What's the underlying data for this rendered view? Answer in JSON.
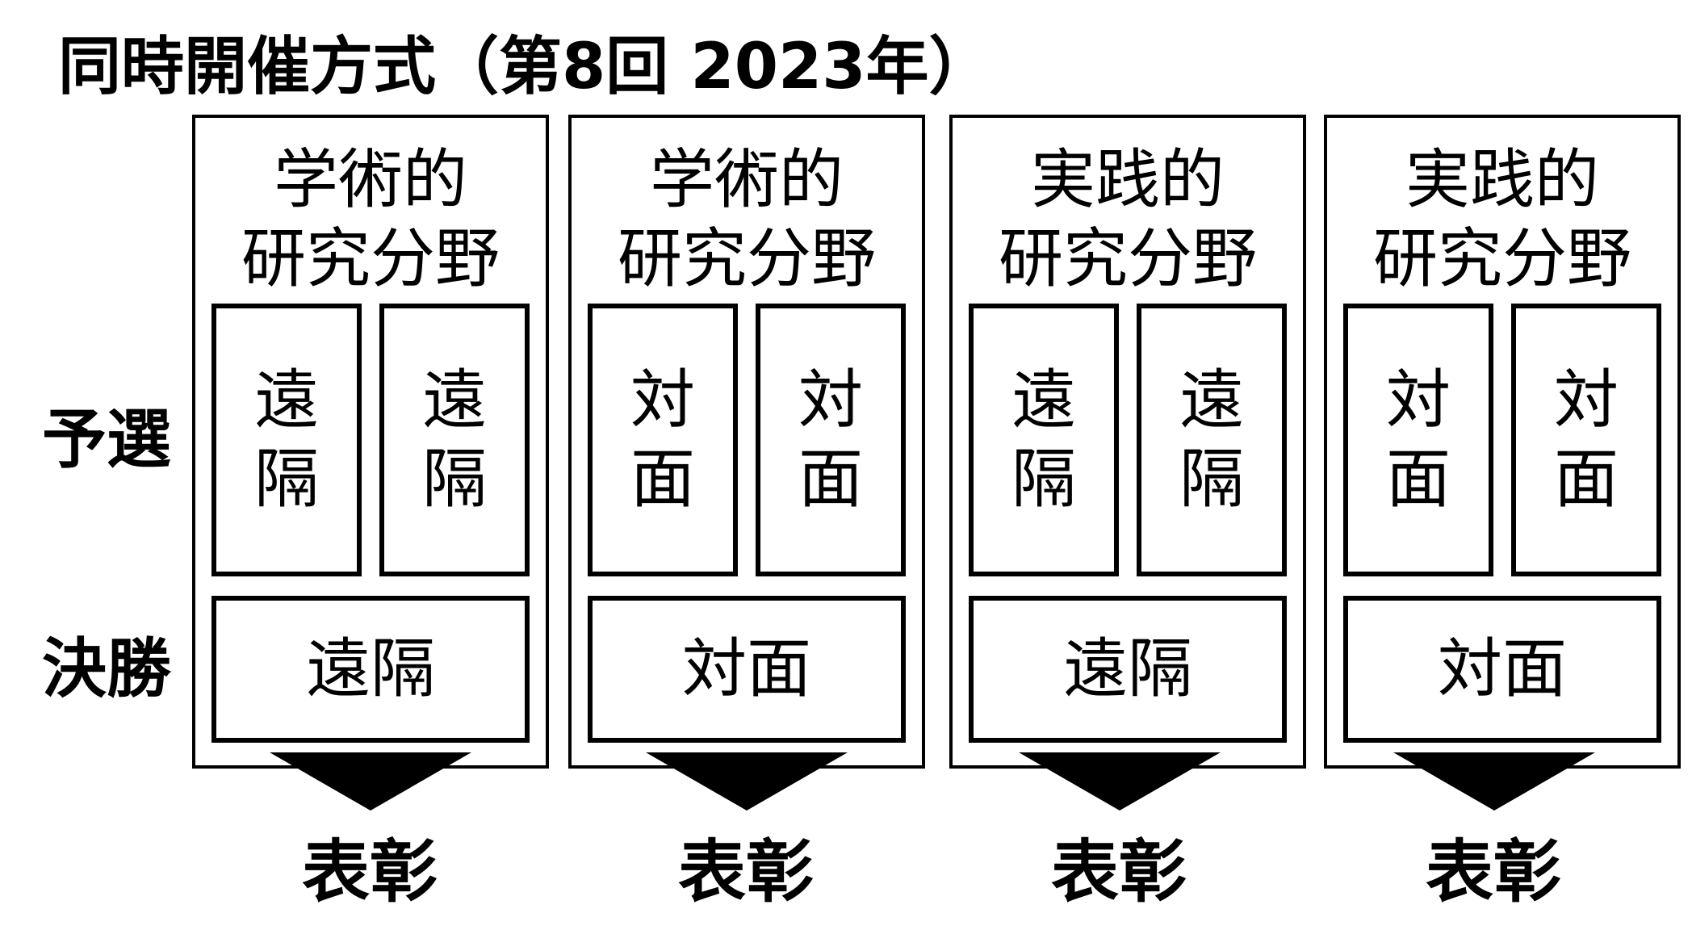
{
  "title": "同時開催方式（第8回 2023年）",
  "row_labels": {
    "prelim": "予選",
    "final": "決勝"
  },
  "columns": [
    {
      "head_line1": "学術的",
      "head_line2": "研究分野",
      "prelim_a": "遠隔",
      "prelim_b": "遠隔",
      "final": "遠隔",
      "award": "表彰"
    },
    {
      "head_line1": "学術的",
      "head_line2": "研究分野",
      "prelim_a": "対面",
      "prelim_b": "対面",
      "final": "対面",
      "award": "表彰"
    },
    {
      "head_line1": "実践的",
      "head_line2": "研究分野",
      "prelim_a": "遠隔",
      "prelim_b": "遠隔",
      "final": "遠隔",
      "award": "表彰"
    },
    {
      "head_line1": "実践的",
      "head_line2": "研究分野",
      "prelim_a": "対面",
      "prelim_b": "対面",
      "final": "対面",
      "award": "表彰"
    }
  ]
}
